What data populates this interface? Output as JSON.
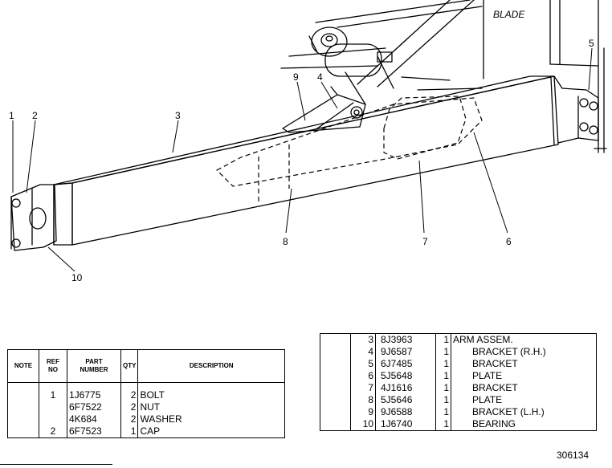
{
  "diagram": {
    "blade_label": "BLADE",
    "callouts": [
      "1",
      "2",
      "3",
      "4",
      "5",
      "6",
      "7",
      "8",
      "9",
      "10"
    ]
  },
  "left_table": {
    "headers": {
      "note": "NOTE",
      "ref_no": [
        "REF",
        "NO"
      ],
      "part_number": [
        "PART",
        "NUMBER"
      ],
      "qty": "QTY",
      "description": "DESCRIPTION"
    },
    "rows": [
      {
        "ref": "1",
        "part": "1J6775",
        "qty": "2",
        "desc": "BOLT"
      },
      {
        "ref": "",
        "part": "6F7522",
        "qty": "2",
        "desc": "NUT"
      },
      {
        "ref": "",
        "part": "4K684",
        "qty": "2",
        "desc": "WASHER"
      },
      {
        "ref": "2",
        "part": "6F7523",
        "qty": "1",
        "desc": "CAP"
      }
    ]
  },
  "right_table": {
    "rows": [
      {
        "ref": "3",
        "part": "8J3963",
        "qty": "1",
        "desc": "ARM ASSEM.",
        "indent": false
      },
      {
        "ref": "4",
        "part": "9J6587",
        "qty": "1",
        "desc": "BRACKET (R.H.)",
        "indent": true
      },
      {
        "ref": "5",
        "part": "6J7485",
        "qty": "1",
        "desc": "BRACKET",
        "indent": true
      },
      {
        "ref": "6",
        "part": "5J5648",
        "qty": "1",
        "desc": "PLATE",
        "indent": true
      },
      {
        "ref": "7",
        "part": "4J1616",
        "qty": "1",
        "desc": "BRACKET",
        "indent": true
      },
      {
        "ref": "8",
        "part": "5J5646",
        "qty": "1",
        "desc": "PLATE",
        "indent": true
      },
      {
        "ref": "9",
        "part": "9J6588",
        "qty": "1",
        "desc": "BRACKET (L.H.)",
        "indent": true
      },
      {
        "ref": "10",
        "part": "1J6740",
        "qty": "1",
        "desc": "BEARING",
        "indent": true
      }
    ]
  },
  "figure_number": "306134"
}
